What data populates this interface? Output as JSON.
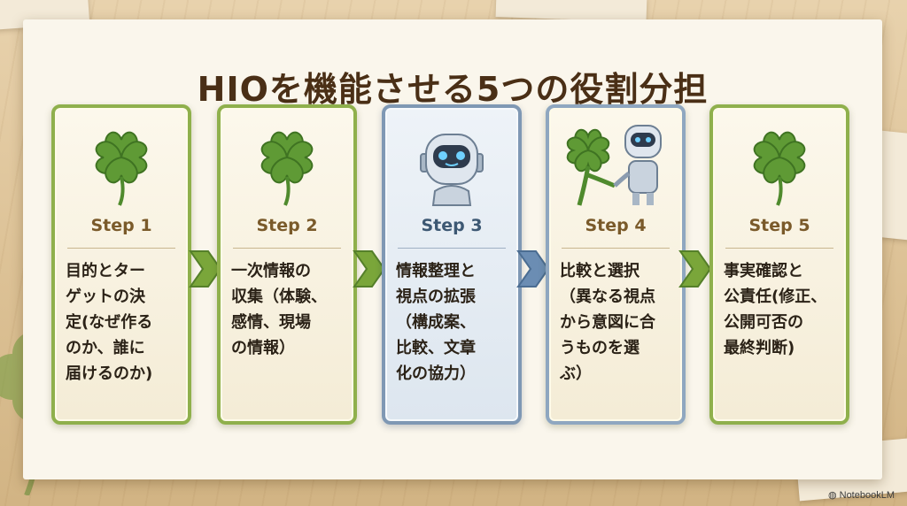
{
  "title": "HIOを機能させる5つの役割分担",
  "colors": {
    "title": "#4a2f16",
    "human_border": "#8fb04c",
    "ai_border": "#7f98b4",
    "arrow_green": "#7aa63a",
    "arrow_blue": "#6b8db3"
  },
  "steps": [
    {
      "label": "Step 1",
      "text": "目的とター\nゲットの決\n定(なぜ作る\nのか、誰に\n届けるのか)",
      "icon": "clover-icon",
      "actor": "human"
    },
    {
      "label": "Step 2",
      "text": "一次情報の\n収集（体験、\n感情、現場\nの情報）",
      "icon": "clover-icon",
      "actor": "human"
    },
    {
      "label": "Step 3",
      "text": "情報整理と\n視点の拡張\n（構成案、\n比較、文章\n化の協力）",
      "icon": "robot-icon",
      "actor": "ai"
    },
    {
      "label": "Step 4",
      "text": "比較と選択\n（異なる視点\nから意図に合\nうものを選\nぶ）",
      "icon": "clover-robot-handshake-icon",
      "actor": "mix"
    },
    {
      "label": "Step 5",
      "text": "事実確認と\n公責任(修正、\n公開可否の\n最終判断)",
      "icon": "clover-icon",
      "actor": "human"
    }
  ],
  "arrows": [
    "green-chevron",
    "green-chevron",
    "blue-chevron",
    "green-chevron"
  ],
  "watermark": "NotebookLM"
}
